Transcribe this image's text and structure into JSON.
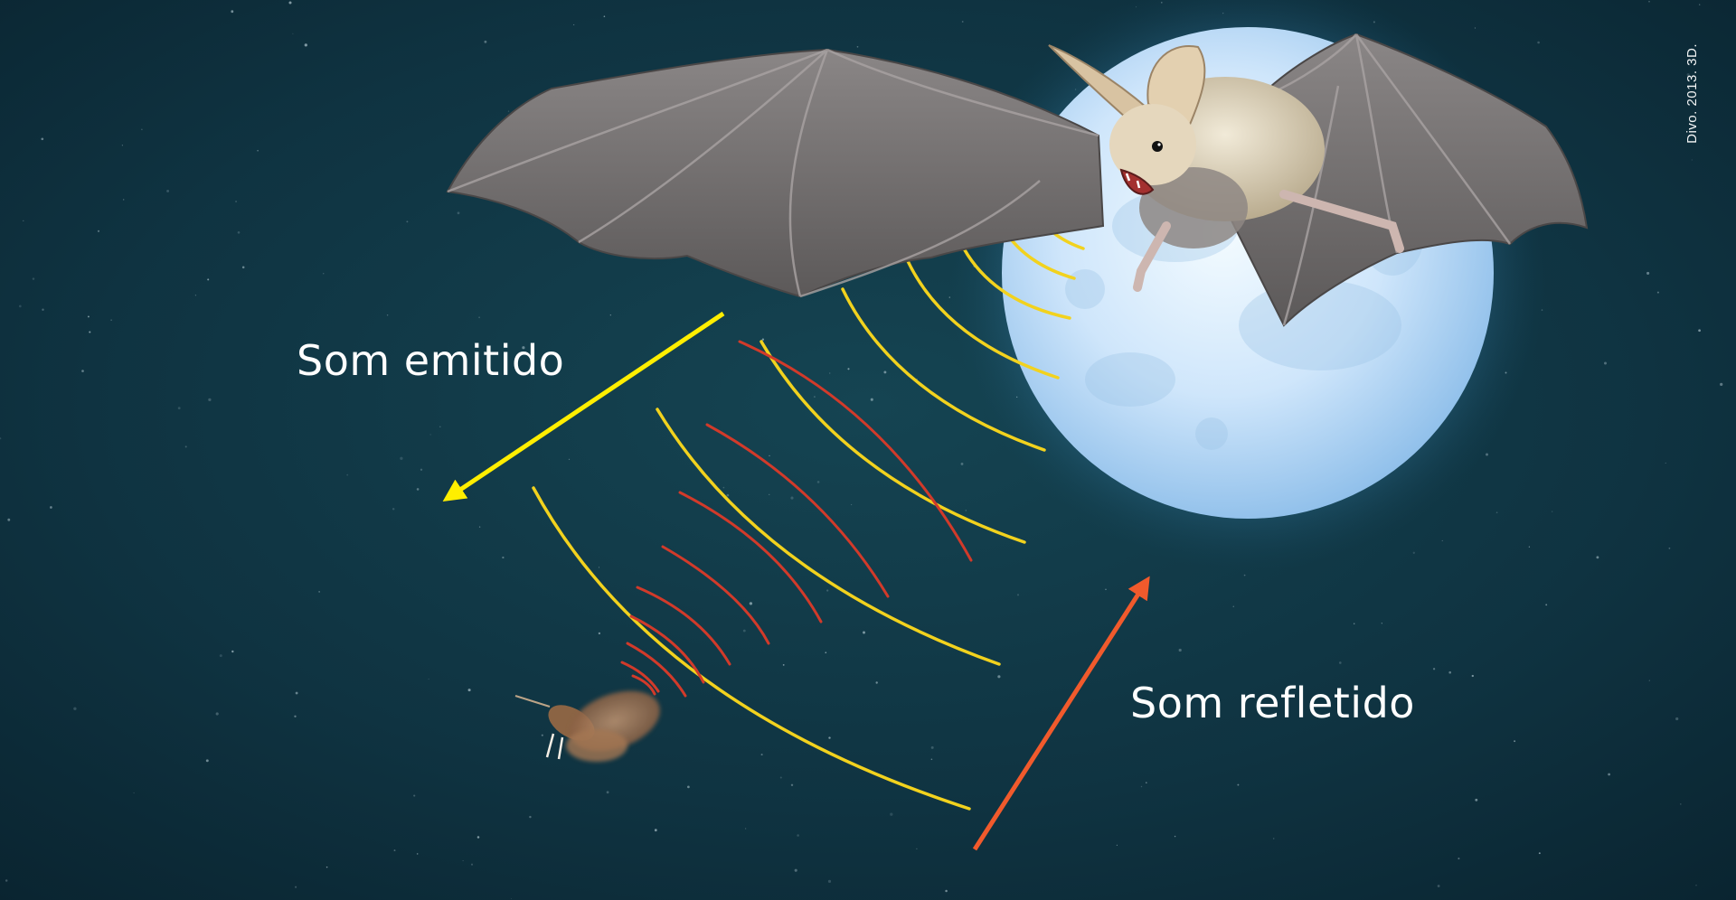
{
  "labels": {
    "emitted": "Som emitido",
    "reflected": "Som refletido"
  },
  "credit": "Divo. 2013. 3D.",
  "colors": {
    "sky": "#0d2a35",
    "moon": "#cfe6fb",
    "emitted_waves": "#f2d21e",
    "reflected_waves": "#d23a2a",
    "emitted_arrow": "#ffee00",
    "reflected_arrow": "#f15a2c",
    "bat_wing": "#6b6868",
    "bat_fur": "#d9cfb8",
    "moth": "#9a6b47"
  },
  "icons": {
    "bat": "bat-illustration",
    "moth": "moth-illustration",
    "moon": "full-moon"
  }
}
